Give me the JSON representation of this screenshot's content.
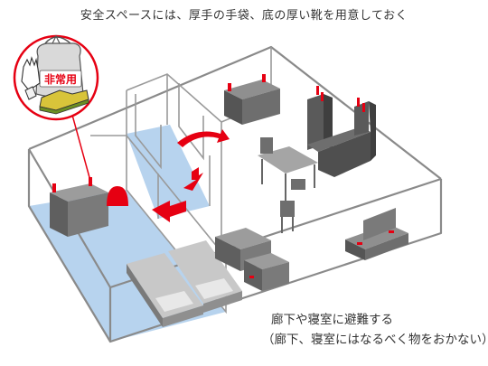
{
  "captions": {
    "top": "安全スペースには、厚手の手袋、底の厚い靴を用意しておく",
    "bottom_line1": "廊下や寝室に避難する",
    "bottom_line2": "（廊下、寝室にはなるべく物をおかない）"
  },
  "emergency_bag": {
    "label": "非常用"
  },
  "colors": {
    "safe_area": "#b7d3ee",
    "arrow": "#e60012",
    "furniture": "#6d6d6d",
    "wall_line": "#8a8a8a"
  }
}
